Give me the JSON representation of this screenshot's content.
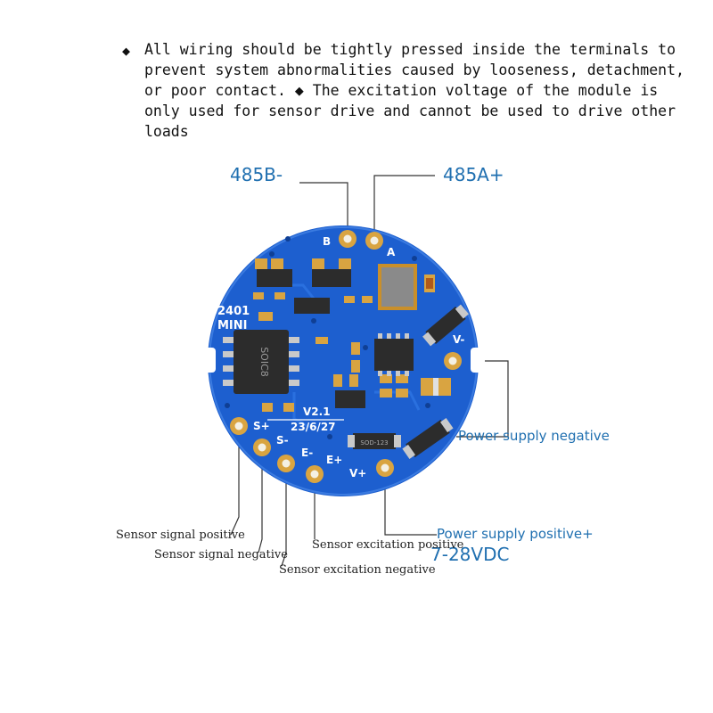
{
  "notes": {
    "line1": "All wiring should be tightly pressed inside the terminals to",
    "line2": "prevent system abnormalities caused by looseness, detachment,",
    "line3a": "or poor contact.",
    "line3b": "The excitation voltage of the module is",
    "line4": "only used for sensor drive and cannot be used to drive other",
    "line5": "loads",
    "bullet": "◆"
  },
  "labels": {
    "rs485_b": "485B-",
    "rs485_a": "485A+",
    "power_negative": "Power supply negative",
    "power_positive": "Power supply positive+",
    "voltage_range": "7-28VDC",
    "sensor_signal_positive": "Sensor signal positive",
    "sensor_signal_negative": "Sensor signal negative",
    "sensor_excitation_positive": "Sensor excitation positive",
    "sensor_excitation_negative": "Sensor excitation negative"
  },
  "board": {
    "model": "2401",
    "model_sub": "MINI",
    "version": "V2.1",
    "date": "23/6/27",
    "ic_label": "SOIC8",
    "diode_label": "SOD-123",
    "pad_b": "B",
    "pad_a": "A",
    "pad_vminus": "V-",
    "pad_vplus": "V+",
    "pad_splus": "S+",
    "pad_sminus": "S-",
    "pad_eminus": "E-",
    "pad_eplus": "E+",
    "board_color": "#1d5fcf",
    "pad_color": "#d9a441"
  }
}
